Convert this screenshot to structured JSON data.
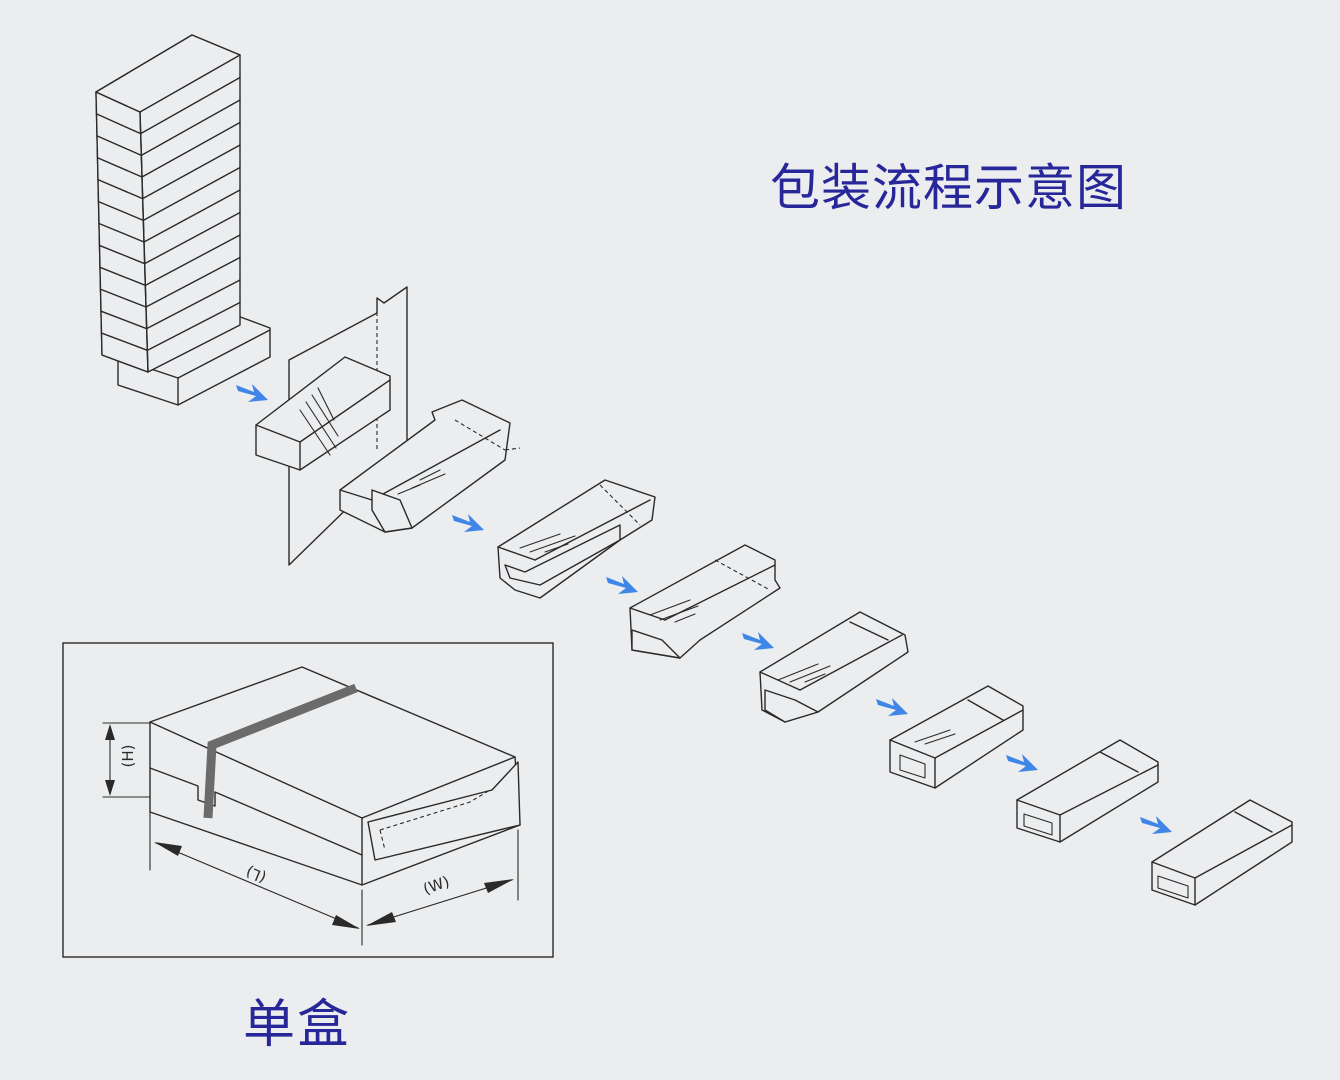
{
  "title": "包装流程示意图",
  "single_box_label": "单盒",
  "dimensions": {
    "height": "(H)",
    "length": "(L)",
    "width": "(W)"
  },
  "colors": {
    "title_text": "#27279a",
    "flow_arrow": "#3f86e6",
    "line": "#2a2a2a",
    "background": "#ecedef",
    "strap": "#6b6b6b"
  }
}
